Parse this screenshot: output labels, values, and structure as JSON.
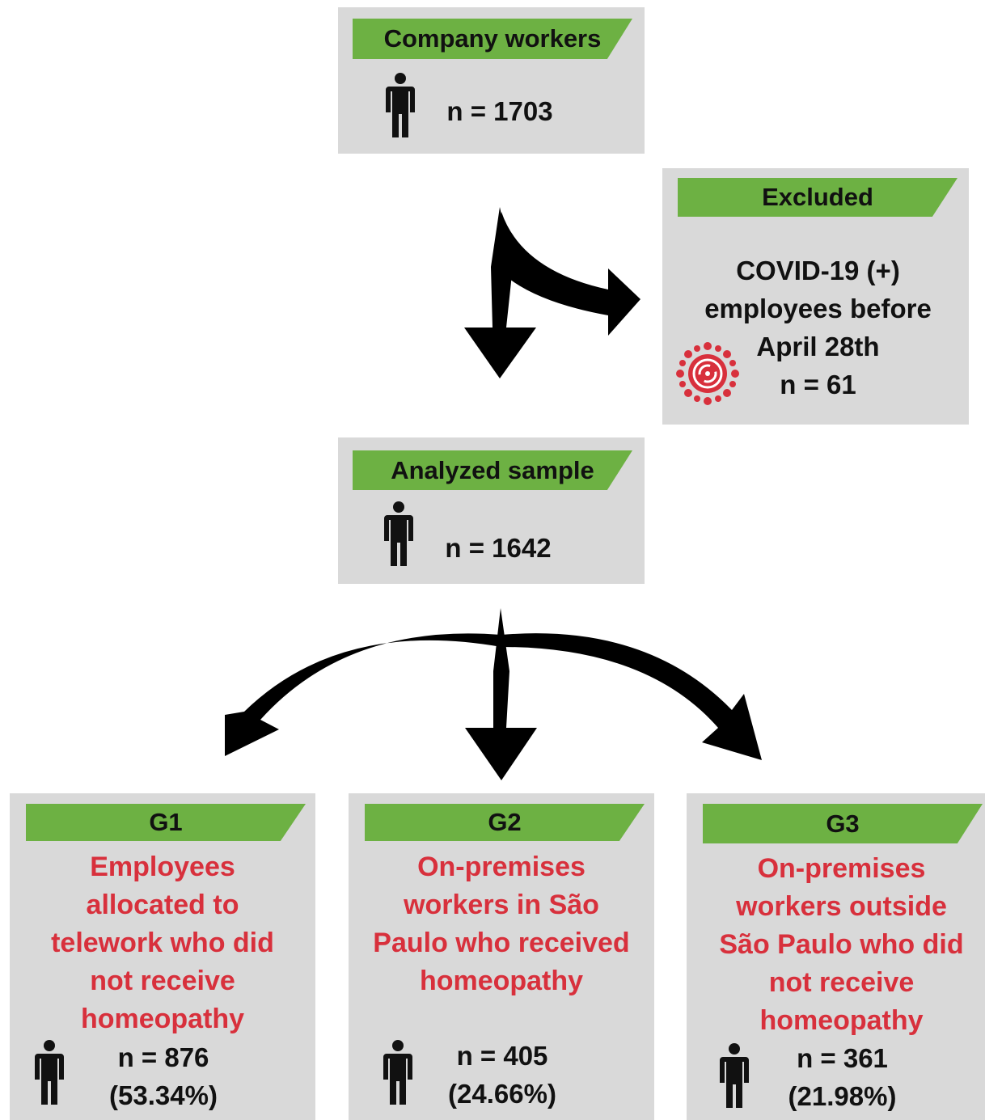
{
  "company": {
    "title": "Company workers",
    "n": "n = 1703"
  },
  "excluded": {
    "title": "Excluded",
    "lines": [
      "COVID-19 (+)",
      "employees before",
      "April 28th",
      "n = 61"
    ]
  },
  "analyzed": {
    "title": "Analyzed sample",
    "n": "n = 1642"
  },
  "groups": [
    {
      "title": "G1",
      "description": [
        "Employees",
        "allocated to",
        "telework who did",
        "not receive",
        "homeopathy"
      ],
      "n": "n = 876",
      "pct": "(53.34%)"
    },
    {
      "title": "G2",
      "description": [
        "On-premises",
        "workers in São",
        "Paulo who received",
        "homeopathy"
      ],
      "n": "n = 405",
      "pct": "(24.66%)"
    },
    {
      "title": "G3",
      "description": [
        "On-premises",
        "workers outside",
        "São Paulo who did",
        "not receive",
        "homeopathy"
      ],
      "n": "n = 361",
      "pct": "(21.98%)"
    }
  ],
  "icons": {
    "person": "person-icon",
    "virus": "virus-icon"
  },
  "colors": {
    "box": "#d9d9d9",
    "banner": "#6db143",
    "highlight": "#d8303c",
    "arrow": "#000000"
  }
}
